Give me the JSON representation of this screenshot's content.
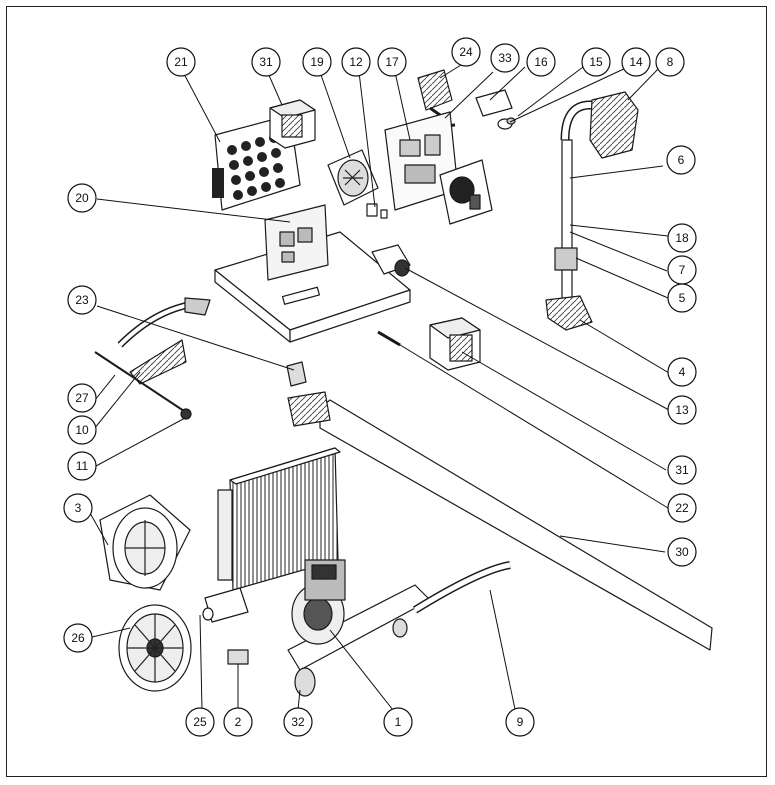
{
  "diagram": {
    "type": "exploded-parts-diagram",
    "callouts": [
      {
        "id": "c21",
        "label": "21"
      },
      {
        "id": "c31a",
        "label": "31"
      },
      {
        "id": "c19",
        "label": "19"
      },
      {
        "id": "c12",
        "label": "12"
      },
      {
        "id": "c17",
        "label": "17"
      },
      {
        "id": "c24",
        "label": "24"
      },
      {
        "id": "c33",
        "label": "33"
      },
      {
        "id": "c16",
        "label": "16"
      },
      {
        "id": "c15",
        "label": "15"
      },
      {
        "id": "c14",
        "label": "14"
      },
      {
        "id": "c8",
        "label": "8"
      },
      {
        "id": "c6",
        "label": "6"
      },
      {
        "id": "c20",
        "label": "20"
      },
      {
        "id": "c18",
        "label": "18"
      },
      {
        "id": "c7",
        "label": "7"
      },
      {
        "id": "c5",
        "label": "5"
      },
      {
        "id": "c23",
        "label": "23"
      },
      {
        "id": "c4",
        "label": "4"
      },
      {
        "id": "c27",
        "label": "27"
      },
      {
        "id": "c13",
        "label": "13"
      },
      {
        "id": "c10",
        "label": "10"
      },
      {
        "id": "c11",
        "label": "11"
      },
      {
        "id": "c31b",
        "label": "31"
      },
      {
        "id": "c22",
        "label": "22"
      },
      {
        "id": "c3",
        "label": "3"
      },
      {
        "id": "c30",
        "label": "30"
      },
      {
        "id": "c26",
        "label": "26"
      },
      {
        "id": "c25",
        "label": "25"
      },
      {
        "id": "c2",
        "label": "2"
      },
      {
        "id": "c32",
        "label": "32"
      },
      {
        "id": "c1",
        "label": "1"
      },
      {
        "id": "c9",
        "label": "9"
      }
    ]
  }
}
